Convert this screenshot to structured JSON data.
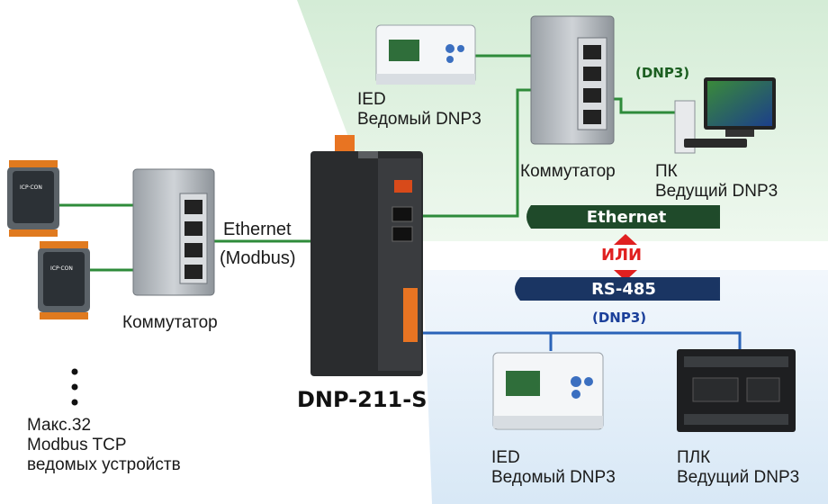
{
  "colors": {
    "green_bg": "#e4f3e4",
    "blue_bg": "#e2eef8",
    "green_line": "#2e8b3a",
    "blue_line": "#2a63b8",
    "ethernet_banner": "#1f4a2a",
    "rs485_banner": "#1a3563",
    "or_color": "#e02020"
  },
  "device": {
    "name": "DNP-211-S"
  },
  "left": {
    "link_line1": "Ethernet",
    "link_line2": "(Modbus)",
    "switch_label": "Коммутатор",
    "slaves_line1": "Макс.32",
    "slaves_line2": "Modbus TCP",
    "slaves_line3": "ведомых устройств"
  },
  "top": {
    "ied_line1": "IED",
    "ied_line2": "Ведомый DNP3",
    "switch_label": "Коммутатор",
    "pc_line1": "ПК",
    "pc_line2": "Ведущий DNP3",
    "protocol": "(DNP3)"
  },
  "middle": {
    "ethernet_banner": "Ethernet",
    "or_label": "ИЛИ",
    "rs485_banner": "RS-485",
    "protocol": "(DNP3)"
  },
  "bottom": {
    "ied_line1": "IED",
    "ied_line2": "Ведомый DNP3",
    "plc_line1": "ПЛК",
    "plc_line2": "Ведущий DNP3"
  },
  "icons": [
    "modbus-module-icon",
    "ethernet-switch-icon",
    "ied-device-icon",
    "pc-monitor-icon",
    "plc-icon",
    "dnp-gateway-icon"
  ]
}
